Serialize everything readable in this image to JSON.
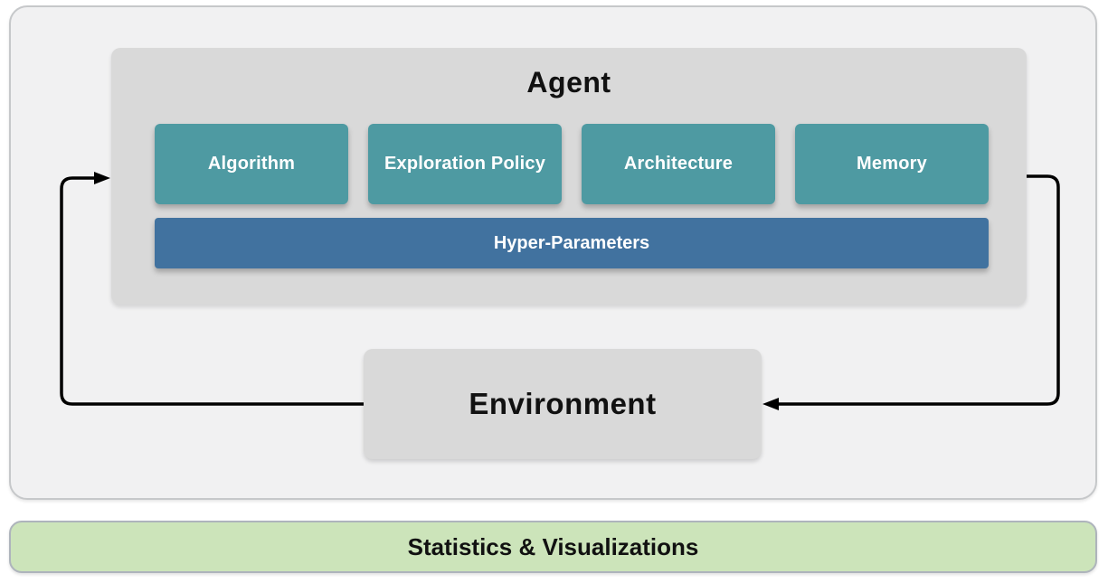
{
  "colors": {
    "canvas-bg": "#ffffff",
    "outer-fill": "#f1f1f2",
    "outer-border": "#c6c8ca",
    "panel-fill": "#d9d9d9",
    "module-fill": "#4e9aa2",
    "hyper-fill": "#41729f",
    "module-text": "#ffffff",
    "title-text": "#111111",
    "footer-fill": "#cce4ba",
    "footer-border": "#aeb4bc",
    "arrow": "#000000"
  },
  "agent": {
    "title": "Agent",
    "modules": [
      {
        "label": "Algorithm"
      },
      {
        "label": "Exploration Policy"
      },
      {
        "label": "Architecture"
      },
      {
        "label": "Memory"
      }
    ],
    "hyper_parameters_label": "Hyper-Parameters"
  },
  "environment": {
    "label": "Environment"
  },
  "footer": {
    "label": "Statistics & Visualizations"
  }
}
